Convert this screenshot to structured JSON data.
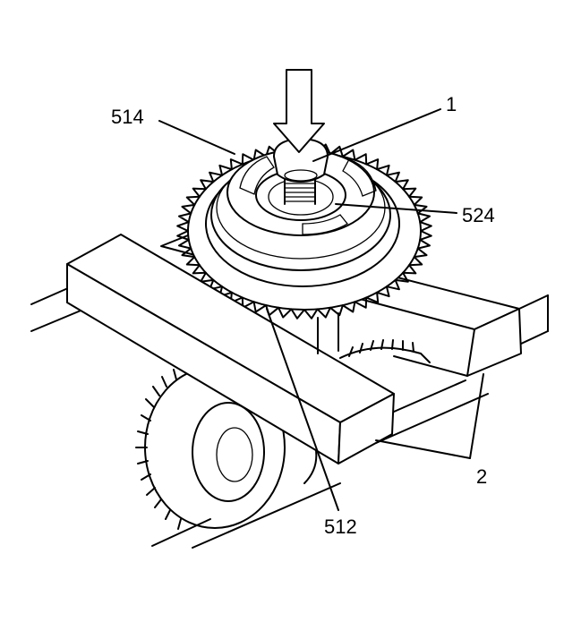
{
  "callouts": {
    "c514": "514",
    "c1": "1",
    "c524": "524",
    "c2": "2",
    "c512": "512"
  }
}
